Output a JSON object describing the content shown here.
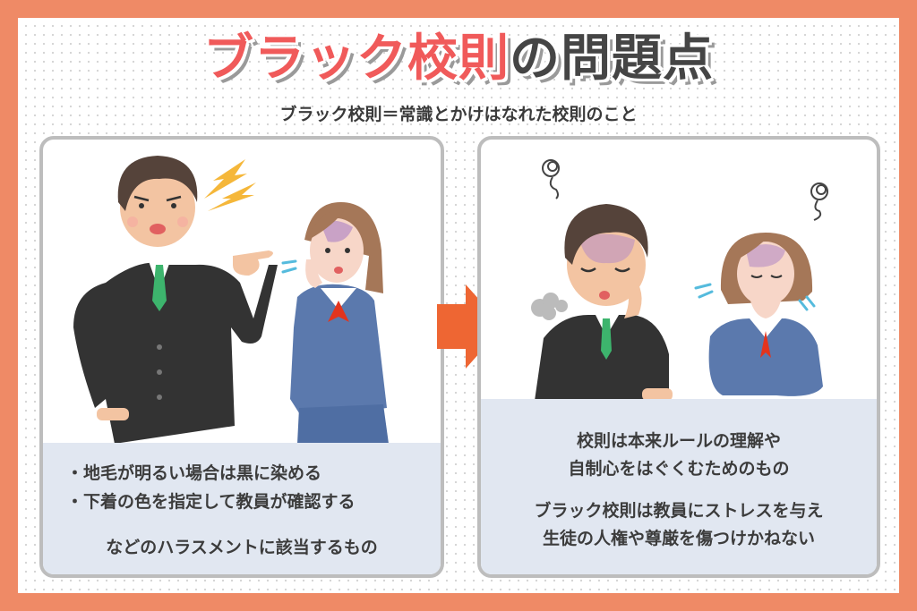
{
  "title": {
    "red_part": "ブラック校則",
    "dark_part": "の問題点",
    "colors": {
      "red": "#f05a5a",
      "dark": "#454545"
    }
  },
  "subtitle": "ブラック校則＝常識とかけはなれた校則のこと",
  "left_panel": {
    "illustration": "angry-teacher-pointing-at-distressed-student",
    "bullets": [
      "地毛が明るい場合は黒に染める",
      "下着の色を指定して教員が確認する"
    ],
    "note": "などのハラスメントに該当するもの"
  },
  "arrow": {
    "icon": "right-arrow-icon",
    "color": "#ee6633"
  },
  "right_panel": {
    "illustration": "stressed-teacher-and-crying-student",
    "paragraph1": [
      "校則は本来ルールの理解や",
      "自制心をはぐくむためのもの"
    ],
    "paragraph2": [
      "ブラック校則は教員にストレスを与え",
      "生徒の人権や尊厳を傷つけかねない"
    ]
  },
  "colors": {
    "frame": "#ef8a66",
    "panel_border": "#bdbdbd",
    "caption_bg": "#e1e7f1"
  }
}
